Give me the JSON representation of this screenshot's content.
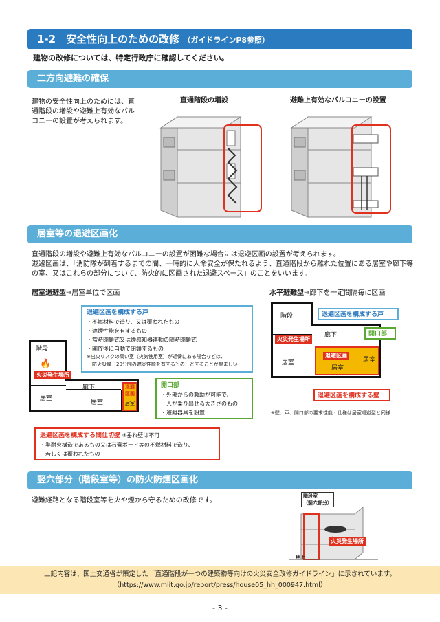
{
  "header": {
    "title": "1-2　安全性向上のための改修",
    "ref": "（ガイドラインP8参照）",
    "notice": "建物の改修については、特定行政庁に確認してください。"
  },
  "sec1": {
    "title": "二方向避難の確保",
    "desc": "建物の安全性向上のためには、直通階段の増設や避難上有効なバルコニーの設置が考えられます。",
    "fig1_title": "直通階段の増設",
    "fig2_title": "避難上有効なバルコニーの設置"
  },
  "sec2": {
    "title": "居室等の退避区画化",
    "desc1": "直通階段の増設や避難上有効なバルコニーの設置が困難な場合には退避区画の設置が考えられます。",
    "desc2": "退避区画は、「消防隊が到着するまでの間、一時的に人命安全が保たれるよう、直通階段から離れた位置にある居室や廊下等の室、又はこれらの部分について、防火的に区画された退避スペース」のことをいいます。",
    "left_title_bold": "居室退避型",
    "left_title_rest": "⇒居室単位で区画",
    "right_title_bold": "水平避難型",
    "right_title_rest": "⇒廊下を一定間隔毎に区画",
    "door_box": {
      "title": "退避区画を構成する戸",
      "items": [
        "・不燃材料で造り、又は覆われたもの",
        "・遮煙性能を有するもの",
        "・常時閉鎖式又は煙感知器連動の随時閉鎖式",
        "・開放後に自動で閉鎖するもの"
      ],
      "note1": "※出火リスクの高い室（火気使用室）が近傍にある場合などは、",
      "note2": "防火設備（20分間の遮炎性能を有するもの）とすることが望ましい"
    },
    "opening_box": {
      "title": "開口部",
      "items": [
        "・外部からの救助が可能で、",
        "人が乗り出せる大きさのもの",
        "・避難器具を設置"
      ]
    },
    "partition_box": {
      "title": "退避区画を構成する間仕切壁",
      "note": "※垂れ壁は不可",
      "items": [
        "・準耐火構造であるもの又は石膏ボード等の不燃材料で造り、",
        "若しくは覆われたもの"
      ]
    },
    "plan_labels": {
      "stairs": "階段",
      "fire": "火災発生場所",
      "corridor": "廊下",
      "room": "居室",
      "shelter_l1": "退避",
      "shelter_l2": "区画",
      "shelter_room": "居室",
      "shelter": "退避区画"
    },
    "right_door_label": "退避区画を構成する戸",
    "right_opening_label": "開口部",
    "right_wall_label": "退避区画を構成する壁",
    "right_note": "※壁、戸、開口部の要求性能・仕様は居室退避型と同様"
  },
  "sec3": {
    "title": "竪穴部分（階段室等）の防火防煙区画化",
    "desc": "避難経路となる階段室等を火や煙から守るための改修です。",
    "stair_label_1": "階段室",
    "stair_label_2": "（竪穴部分）",
    "fire_label": "火災発生場所",
    "ground_label": "地上"
  },
  "footer": {
    "line1": "上記内容は、国土交通省が策定した「直通階段が一つの建築物等向けの火災安全改修ガイドライン」に示されています。",
    "line2": "（https://www.mlit.go.jp/report/press/house05_hh_000947.html）"
  },
  "page_number": "- 3 -",
  "colors": {
    "header_blue": "#2b7bc0",
    "sub_blue": "#5aaed8",
    "highlight_red": "#e0301e",
    "shelter_yellow": "#f5b800",
    "opening_green": "#5aa832",
    "footer_beige": "#fbe6b4"
  }
}
